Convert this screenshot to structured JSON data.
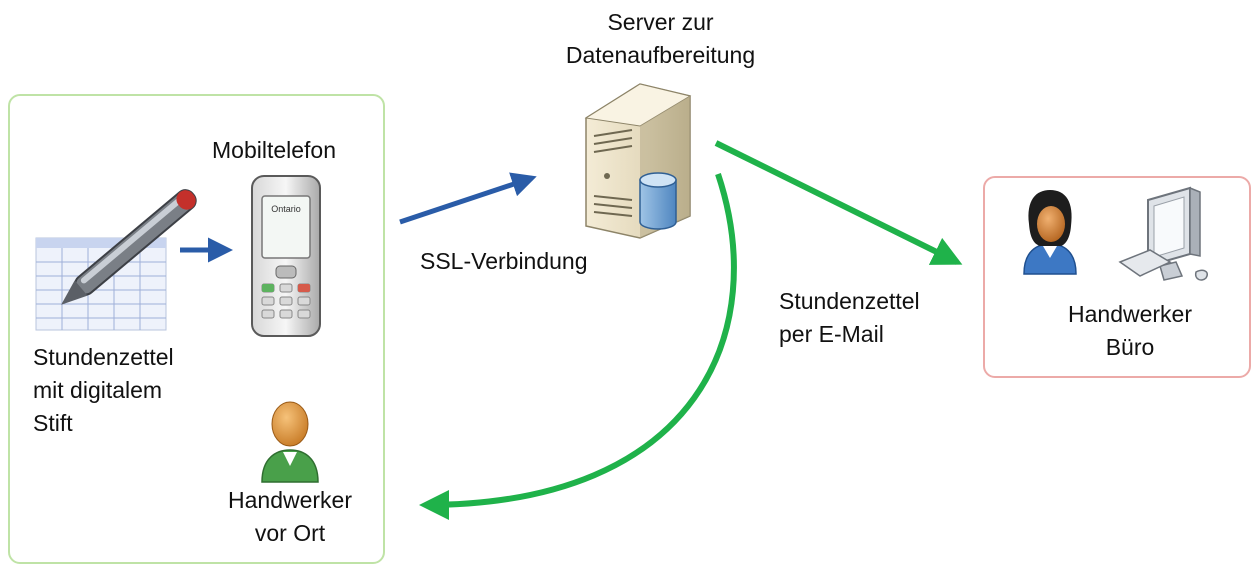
{
  "nodes": {
    "server": {
      "label": "Server zur\nDatenaufbereitung",
      "icon": "server-icon"
    },
    "phone": {
      "label": "Mobiltelefon",
      "icon": "mobile-phone-icon",
      "screen_text": "Ontario"
    },
    "timesheet": {
      "label": "Stundenzettel\nmit digitalem\nStift",
      "icon": "timesheet-pen-icon"
    },
    "field_worker": {
      "label": "Handwerker\nvor Ort",
      "icon": "person-green-icon"
    },
    "office": {
      "label": "Handwerker\nBüro",
      "icon": "person-blue-icon",
      "icon2": "computer-icon"
    }
  },
  "edges": {
    "ssl": {
      "label": "SSL-Verbindung",
      "color": "#2a5ca8"
    },
    "email": {
      "label": "Stundenzettel\nper E-Mail",
      "color": "#1fb24a"
    },
    "pen_to_phone": {
      "color": "#2a5ca8"
    },
    "return": {
      "color": "#1fb24a"
    }
  },
  "groups": {
    "onsite": {
      "border_color": "#bfe3a6"
    },
    "office": {
      "border_color": "#ecaaa8"
    }
  }
}
